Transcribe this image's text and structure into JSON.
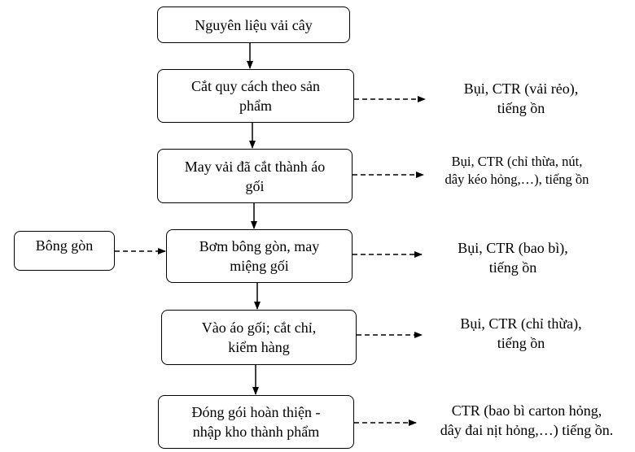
{
  "steps": [
    {
      "lines": [
        "Nguyên liệu vải cây"
      ]
    },
    {
      "lines": [
        "Cắt quy cách theo sản",
        "phẩm"
      ]
    },
    {
      "lines": [
        "May vải đã cắt thành áo",
        "gối"
      ]
    },
    {
      "lines": [
        "Bơm bông gòn, may",
        "miệng gối"
      ]
    },
    {
      "lines": [
        "Vào áo gối; cắt chỉ,",
        "kiểm hàng"
      ]
    },
    {
      "lines": [
        "Đóng gói hoàn thiện -",
        "nhập kho thành phẩm"
      ]
    }
  ],
  "input": {
    "label": "Bông gòn"
  },
  "outputs": [
    {
      "lines": [
        "Bụi, CTR (vải rẻo),",
        "tiếng ồn"
      ]
    },
    {
      "lines": [
        "Bụi, CTR (chỉ thừa, nút,",
        "dây kéo hỏng,…), tiếng ồn"
      ]
    },
    {
      "lines": [
        "Bụi, CTR (bao bì),",
        "tiếng ồn"
      ]
    },
    {
      "lines": [
        "Bụi, CTR (chỉ thừa),",
        "tiếng ồn"
      ]
    },
    {
      "lines": [
        "CTR (bao bì carton hỏng,",
        "dây đai nịt hỏng,…) tiếng ồn."
      ]
    }
  ]
}
